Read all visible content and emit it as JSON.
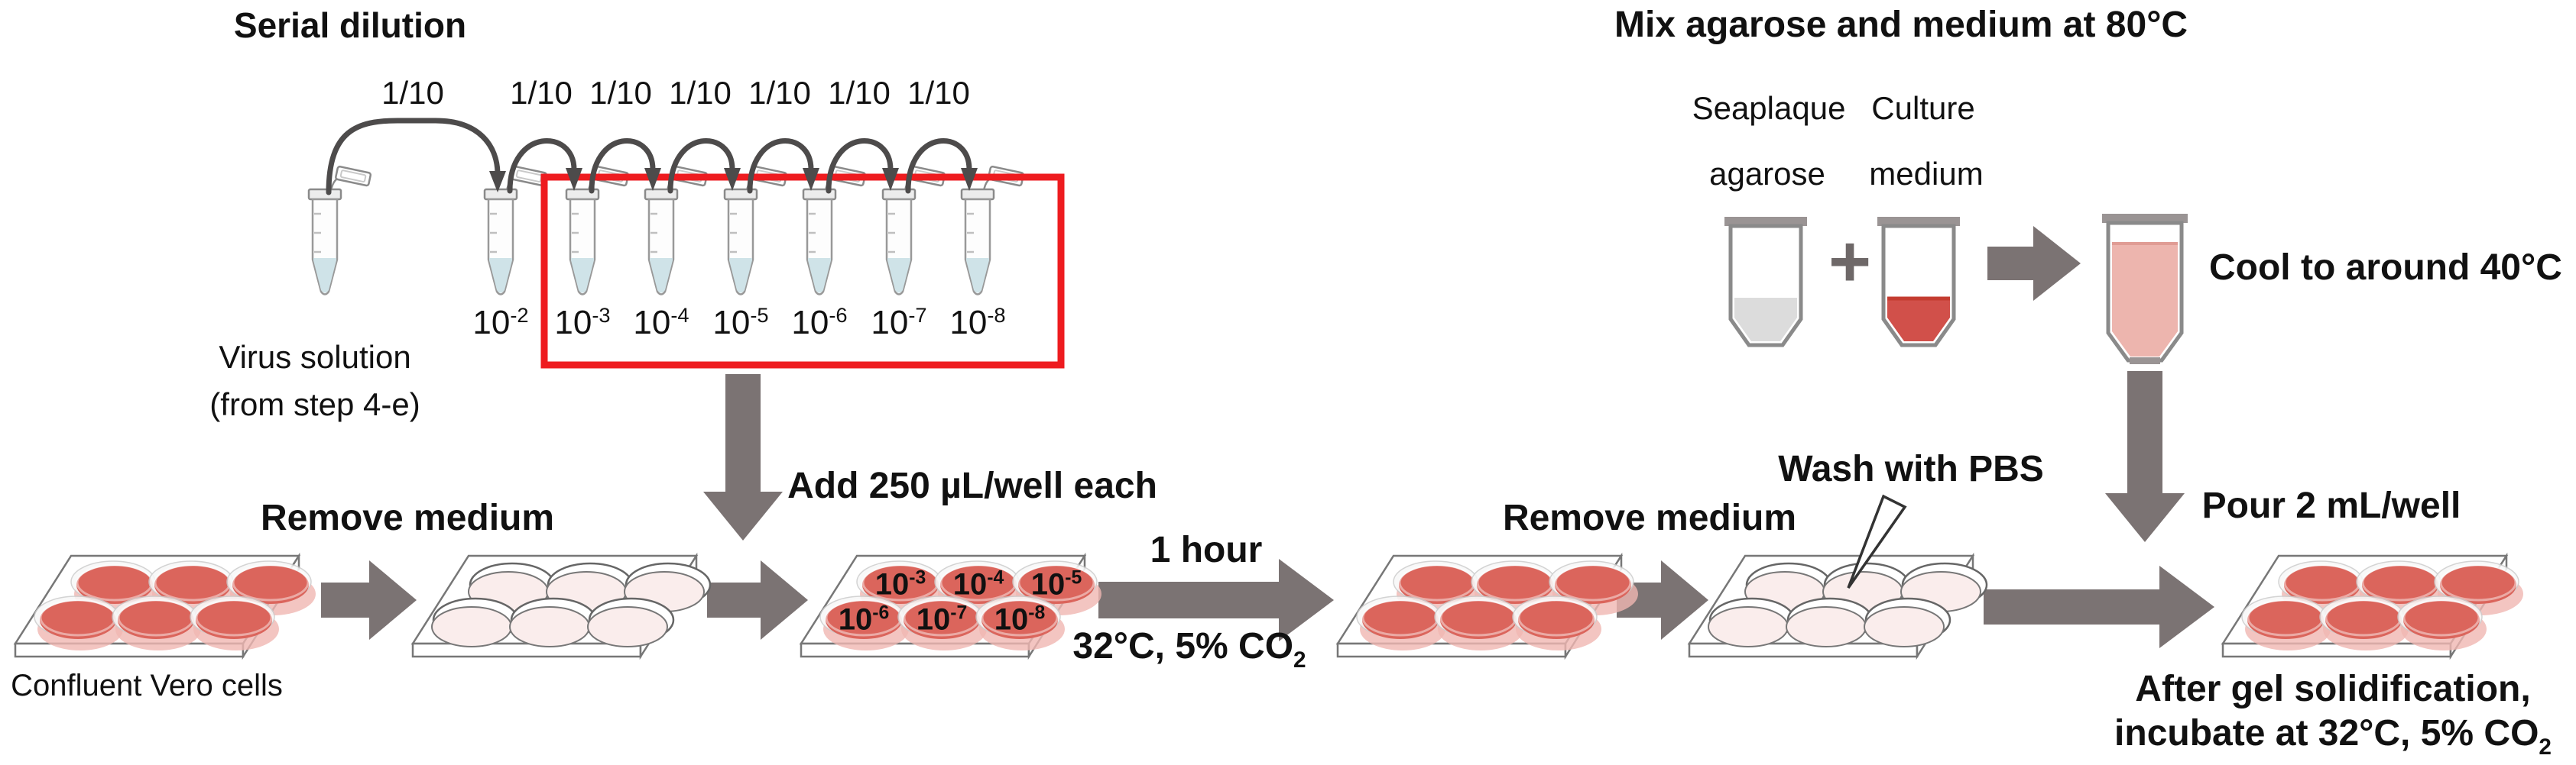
{
  "colors": {
    "red_box": "#ee1b1f",
    "arrow_gray": "#7b7373",
    "arc_gray": "#4d4b4b",
    "well_red": "#db655c",
    "well_rim": "#f0b7b1",
    "well_empty": "#faedec",
    "liquid_blue": "#cfe3e8",
    "agarose_gray": "#dcdcdc",
    "medium_red": "#d1504a",
    "mix_pink": "#edb5ae",
    "text": "#111111"
  },
  "serial_dilution": {
    "title": "Serial dilution",
    "transfer_labels": [
      "1/10",
      "1/10",
      "1/10",
      "1/10",
      "1/10",
      "1/10",
      "1/10"
    ],
    "dilution_labels": [
      {
        "base": "10",
        "exp": "-2"
      },
      {
        "base": "10",
        "exp": "-3"
      },
      {
        "base": "10",
        "exp": "-4"
      },
      {
        "base": "10",
        "exp": "-5"
      },
      {
        "base": "10",
        "exp": "-6"
      },
      {
        "base": "10",
        "exp": "-7"
      },
      {
        "base": "10",
        "exp": "-8"
      }
    ],
    "source_tube": {
      "line1": "Virus solution",
      "line2": "(from step 4-e)"
    },
    "add_step": "Add 250 µL/well each"
  },
  "agarose_mix": {
    "title": "Mix agarose and medium at 80°C",
    "components": [
      {
        "line1": "Seaplaque",
        "line2": "agarose"
      },
      {
        "line1": "Culture",
        "line2": "medium"
      }
    ],
    "plus_sign": "+",
    "cool_step": "Cool to around 40°C",
    "pour_step": "Pour 2 mL/well"
  },
  "assay_row": {
    "plate1_caption": "Confluent Vero cells",
    "remove_medium_1": "Remove medium",
    "well_labels": [
      {
        "base": "10",
        "exp": "-3"
      },
      {
        "base": "10",
        "exp": "-4"
      },
      {
        "base": "10",
        "exp": "-5"
      },
      {
        "base": "10",
        "exp": "-6"
      },
      {
        "base": "10",
        "exp": "-7"
      },
      {
        "base": "10",
        "exp": "-8"
      }
    ],
    "incubation": {
      "duration": "1 hour",
      "condition_pre": "32°C, 5% CO",
      "condition_sub": "2"
    },
    "remove_medium_2": "Remove medium",
    "wash_step": "Wash with PBS",
    "final_note": {
      "line1": "After gel solidification,",
      "line2_pre": "incubate at 32°C, 5% CO",
      "line2_sub": "2"
    }
  }
}
